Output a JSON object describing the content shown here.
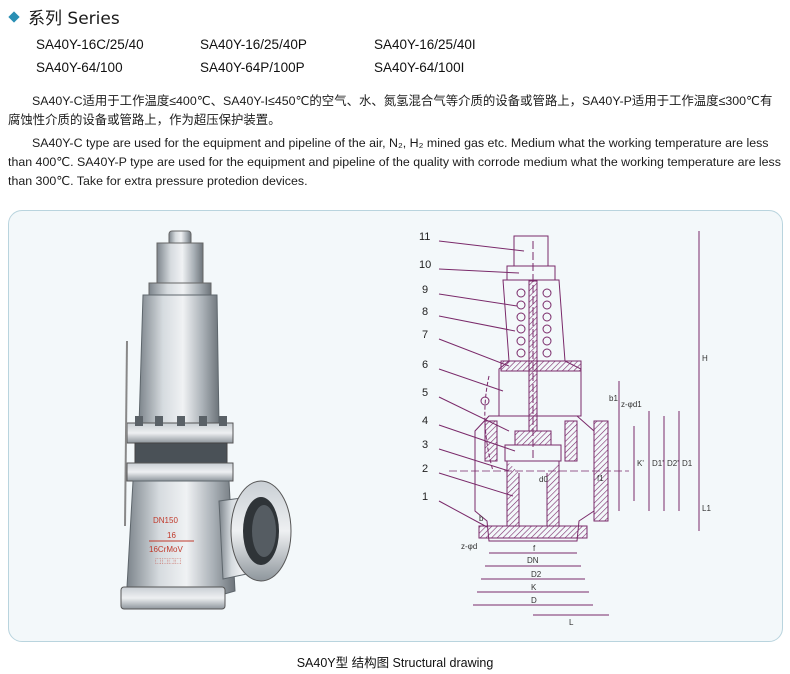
{
  "header": {
    "title": "系列 Series"
  },
  "models": {
    "row1": [
      "SA40Y-16C/25/40",
      "SA40Y-16/25/40P",
      "SA40Y-16/25/40I"
    ],
    "row2": [
      "SA40Y-64/100",
      "SA40Y-64P/100P",
      "SA40Y-64/100I"
    ]
  },
  "description": {
    "zh": "SA40Y-C适用于工作温度≤400℃、SA40Y-I≤450℃的空气、水、氮氢混合气等介质的设备或管路上，SA40Y-P适用于工作温度≤300℃有腐蚀性介质的设备或管路上，作为超压保护装置。",
    "en": "SA40Y-C type are used for the equipment and pipeline of the air, N₂, H₂ mined gas etc. Medium what the working temperature are less than 400℃. SA40Y-P type are used for the equipment and pipeline of the quality with corrode medium what the working temperature are less than 300℃. Take for extra pressure protedion devices."
  },
  "photo": {
    "tag_line1": "DN150",
    "tag_line2": "16",
    "tag_line3": "16CrMoV"
  },
  "drawing": {
    "part_numbers": [
      "11",
      "10",
      "9",
      "8",
      "7",
      "6",
      "5",
      "4",
      "3",
      "2",
      "1"
    ],
    "dims": [
      "H",
      "L1",
      "L",
      "D",
      "K",
      "D1",
      "D2",
      "DN",
      "f",
      "f1",
      "b",
      "b1",
      "d0",
      "D1'",
      "K'",
      "D2'",
      "z-φd",
      "z-φd1"
    ]
  },
  "caption": "SA40Y型 结构图 Structural drawing"
}
